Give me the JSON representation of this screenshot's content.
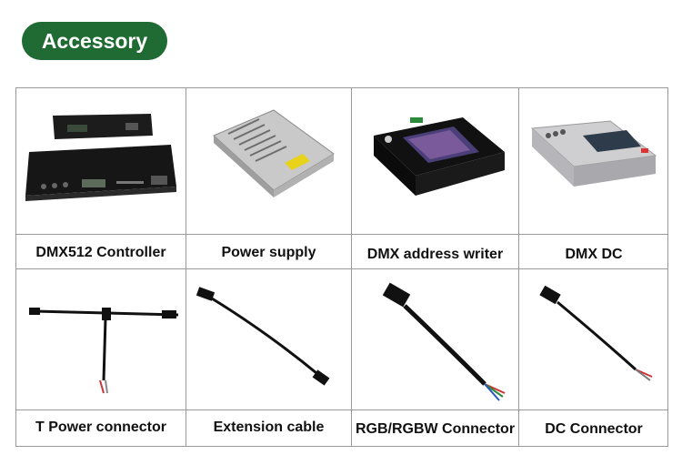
{
  "header": {
    "title": "Accessory"
  },
  "items": [
    {
      "label": "DMX512 Controller"
    },
    {
      "label": "Power supply"
    },
    {
      "label": "DMX address writer"
    },
    {
      "label": "DMX DC"
    },
    {
      "label": "T Power connector"
    },
    {
      "label": "Extension cable"
    },
    {
      "label": "RGB/RGBW Connector"
    },
    {
      "label": "DC Connector"
    }
  ],
  "colors": {
    "badge": "#1f6b33",
    "grid": "#9a9a9a"
  }
}
